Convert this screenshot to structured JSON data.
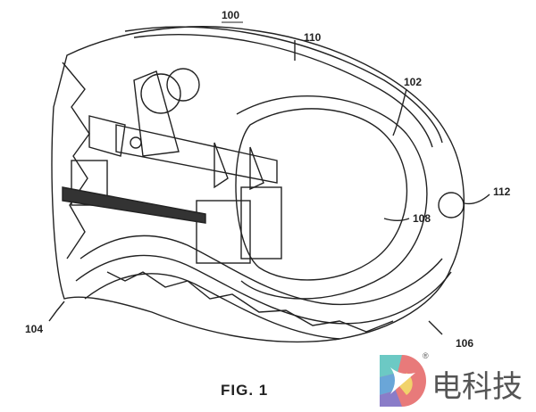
{
  "figure": {
    "caption": "FIG. 1",
    "reference_numerals": {
      "device": "100",
      "top_shell": "110",
      "frame": "102",
      "button": "112",
      "inner_cavity": "108",
      "left_edge": "104",
      "bottom_seal": "106"
    }
  },
  "watermark": {
    "text": "电科技",
    "registered_mark": "®",
    "colors": [
      "#6cc9c4",
      "#e87a7a",
      "#f1d36b",
      "#8a7cc8",
      "#6aa6d8"
    ]
  }
}
